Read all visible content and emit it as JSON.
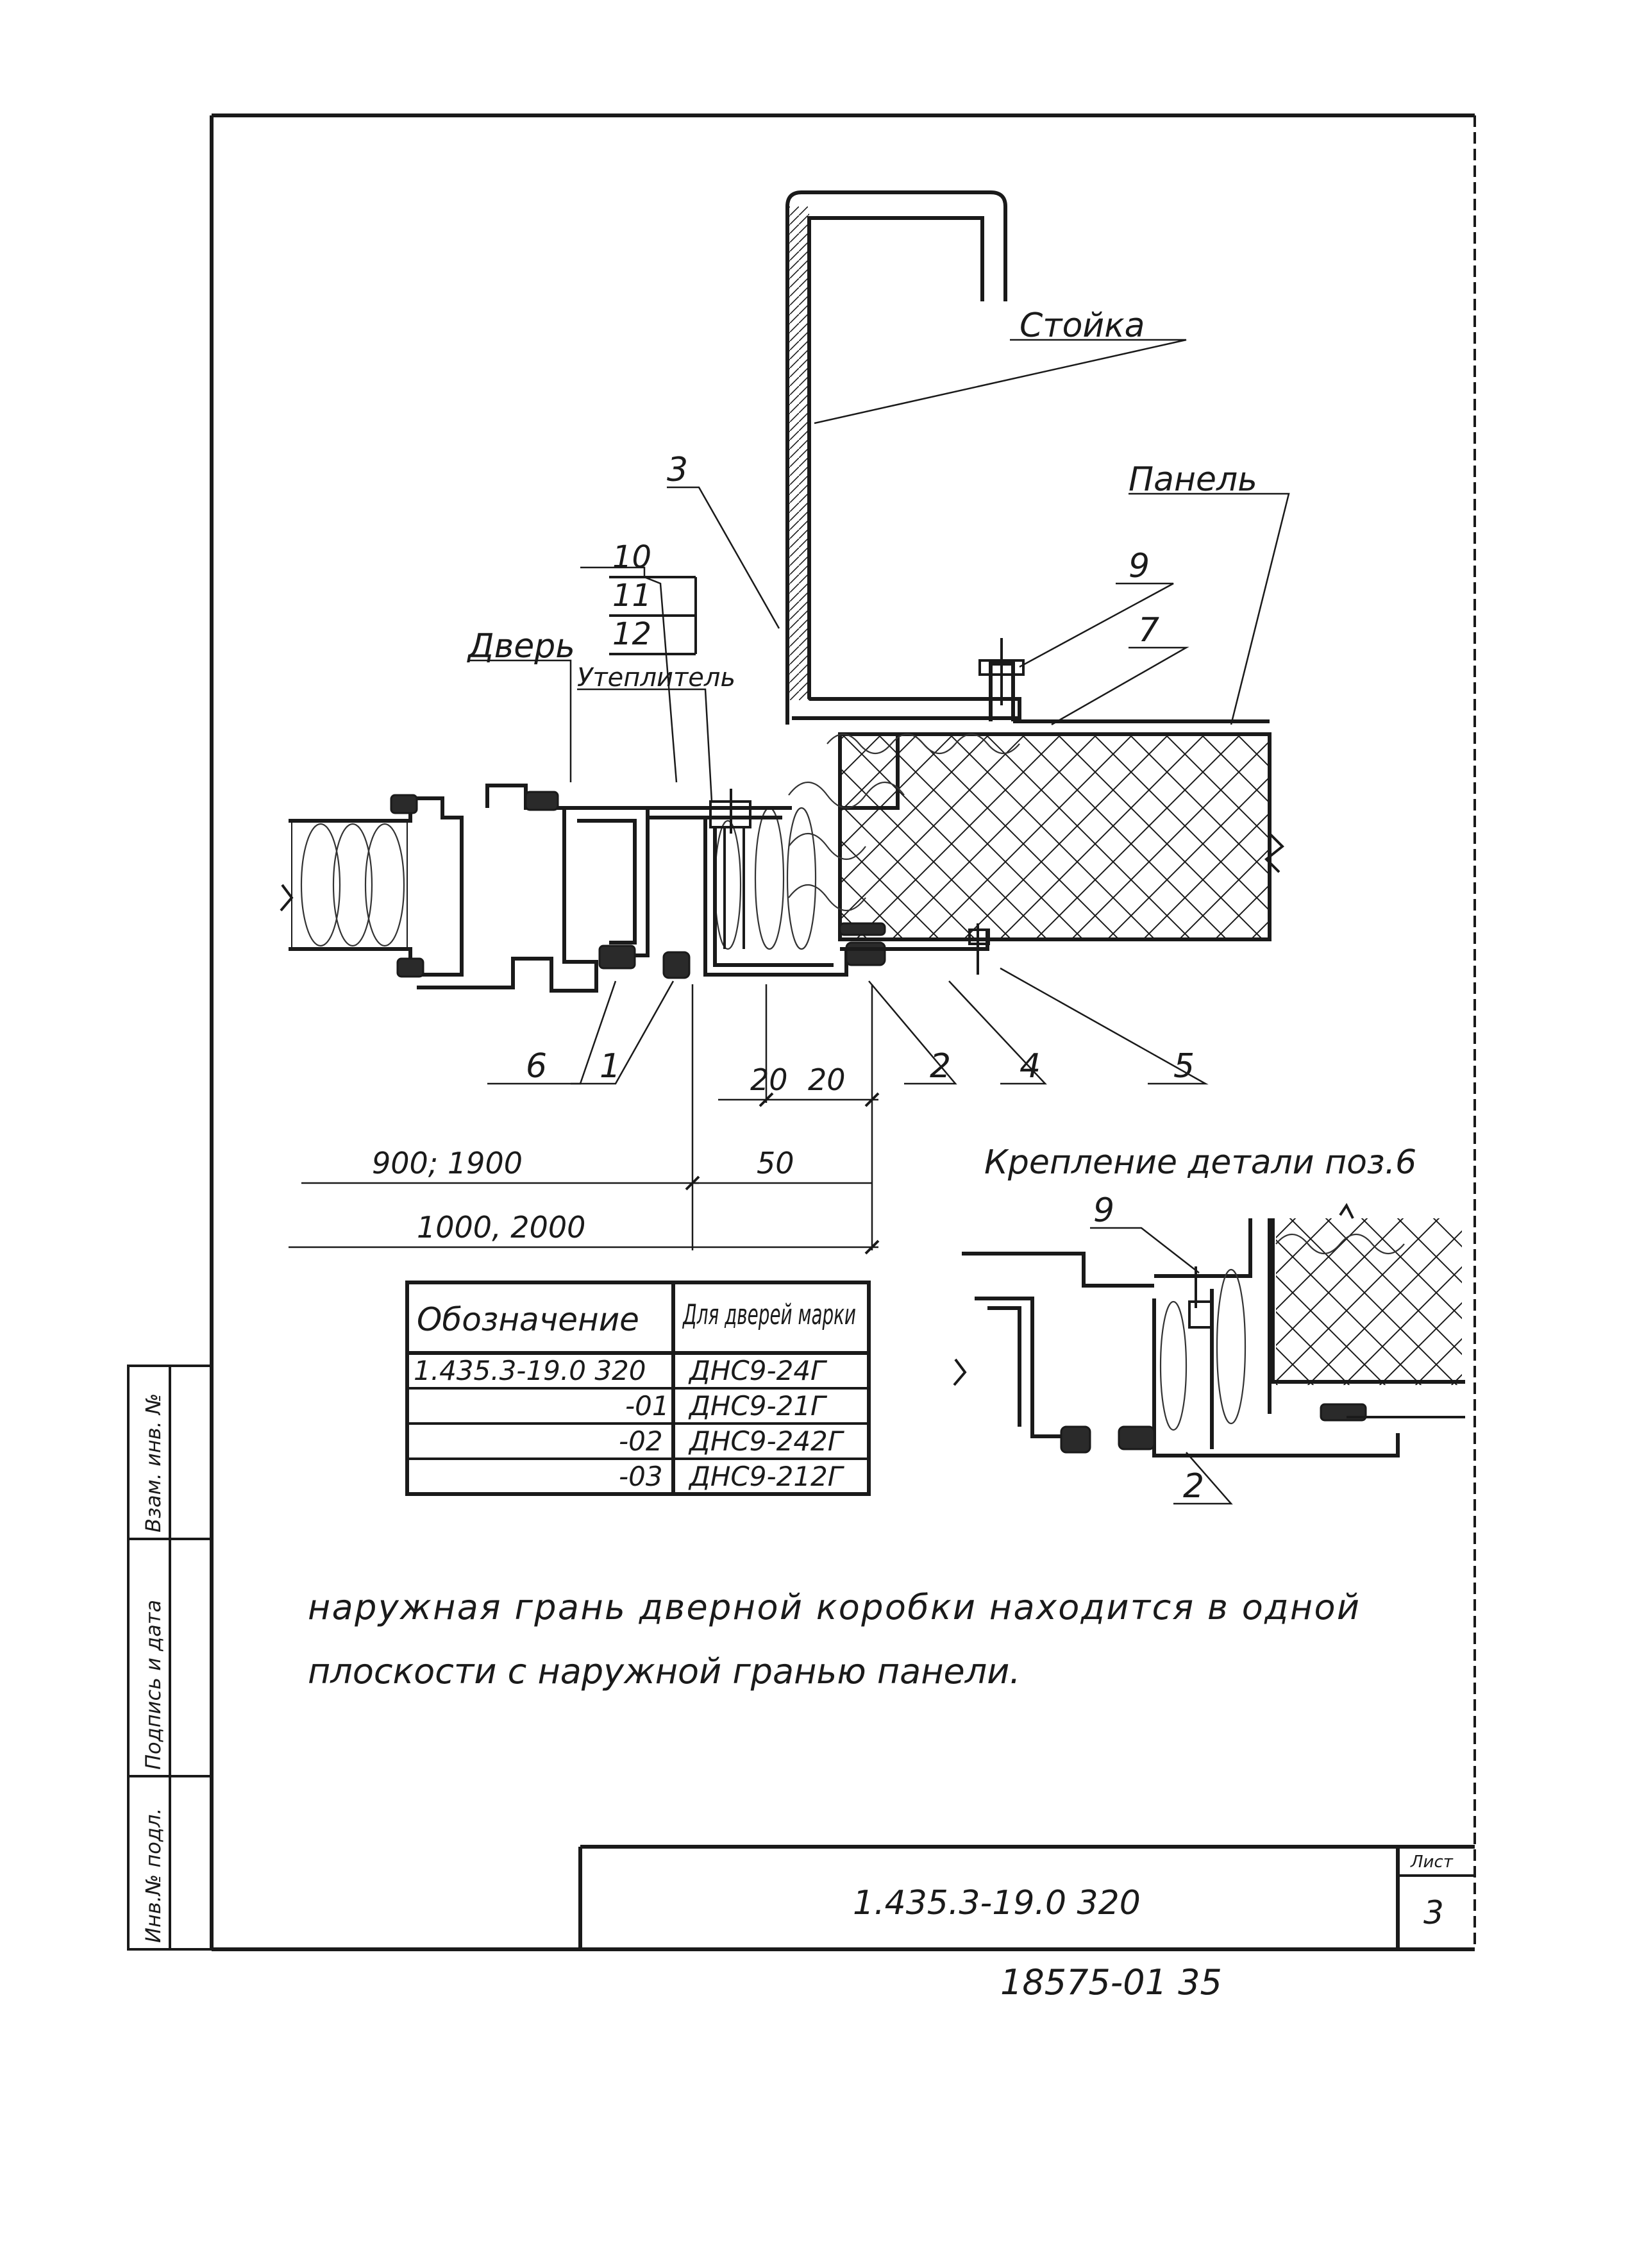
{
  "labels": {
    "stoika": "Стойка",
    "panel": "Панель",
    "door": "Дверь",
    "insulation": "Утеплитель",
    "pos3": "3",
    "pos10": "10",
    "pos11": "11",
    "pos12": "12",
    "pos9": "9",
    "pos7": "7",
    "pos6": "6",
    "pos1": "1",
    "pos2": "2",
    "pos4": "4",
    "pos5": "5"
  },
  "dimensions": {
    "d20a": "20",
    "d20b": "20",
    "d50": "50",
    "d900": "900; 1900",
    "d1000": "1000, 2000"
  },
  "detail": {
    "title": "Крепление детали поз.6",
    "pos9": "9",
    "pos2": "2"
  },
  "table": {
    "headers": [
      "Обозначение",
      "Для дверей марки"
    ],
    "rows": [
      [
        "1.435.3-19.0 320",
        "ДНС9-24Г"
      ],
      [
        "-01",
        "ДНС9-21Г"
      ],
      [
        "-02",
        "ДНС9-242Г"
      ],
      [
        "-03",
        "ДНС9-212Г"
      ]
    ]
  },
  "note": {
    "line1": "наружная грань дверной коробки находится в одной",
    "line2": "плоскости с наружной гранью панели."
  },
  "side_stamp": {
    "f1": "Инв.№ подл.",
    "f2": "Подпись и дата",
    "f3": "Взам. инв. №"
  },
  "title_block": {
    "code": "1.435.3-19.0 320",
    "sheet_label": "Лист",
    "sheet_no": "3"
  },
  "bottom_code": "18575-01 35"
}
